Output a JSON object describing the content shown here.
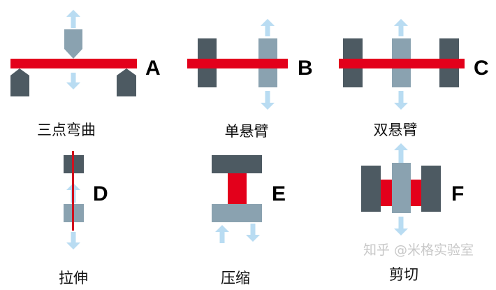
{
  "colors": {
    "specimen": "#e3001b",
    "fixed_clamp": "#4d5a62",
    "moving_clamp": "#8aa2b0",
    "arrow": "#b9dcf2"
  },
  "modes": [
    {
      "letter": "A",
      "caption": "三点弯曲"
    },
    {
      "letter": "B",
      "caption": "单悬臂"
    },
    {
      "letter": "C",
      "caption": "双悬臂"
    },
    {
      "letter": "D",
      "caption": "拉伸"
    },
    {
      "letter": "E",
      "caption": "压缩"
    },
    {
      "letter": "F",
      "caption": "剪切"
    }
  ],
  "watermark": "知乎 @米格实验室"
}
